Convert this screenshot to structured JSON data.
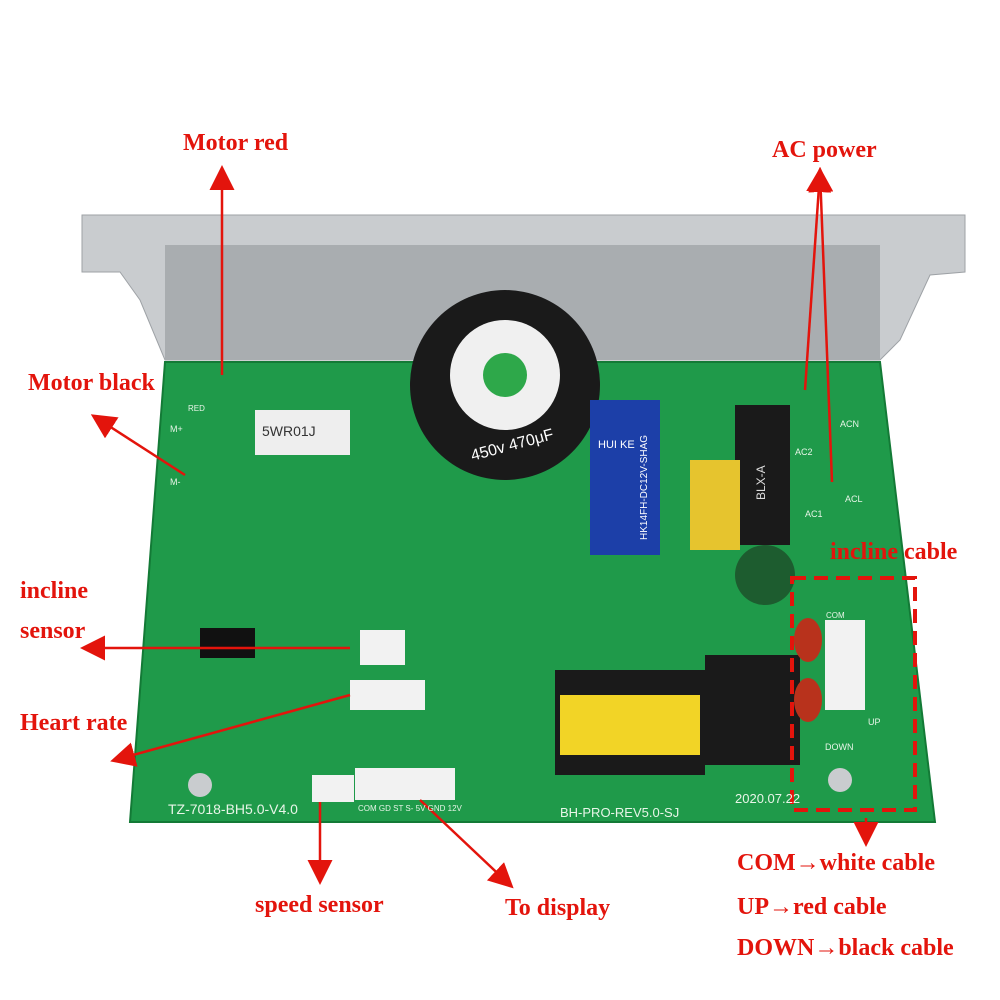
{
  "labels": {
    "motor_red": "Motor red",
    "ac_power": "AC power",
    "motor_black": "Motor black",
    "incline_sensor_1": "incline",
    "incline_sensor_2": "sensor",
    "heart_rate": "Heart rate",
    "incline_cable": "incline cable",
    "speed_sensor": "speed sensor",
    "to_display": "To display",
    "com_cable": "COM→white cable",
    "up_cable": "UP→red cable",
    "down_cable": "DOWN→black cable"
  },
  "board": {
    "model": "TZ-7018-BH5.0-V4.0",
    "revision": "BH-PRO-REV5.0-SJ",
    "date": "2020.07.22",
    "display_pins": "COM GD ST S- 5V GND 12V",
    "capacitor": "450v 470μF",
    "relay_brand": "HUI KE",
    "relay_model": "HK14FH-DC12V-SHAG",
    "resistor": "5WR01J",
    "fuse": "BLX-A",
    "red": "RED",
    "m_plus": "M+",
    "m_minus": "M-",
    "ac2": "AC2",
    "ac1": "AC1",
    "acn": "ACN",
    "acl": "ACL",
    "com": "COM",
    "up": "UP",
    "down": "DOWN"
  },
  "colors": {
    "annotation": "#e3140c",
    "pcb": "#1f9a4a",
    "heatsink": "#c9cccf"
  }
}
